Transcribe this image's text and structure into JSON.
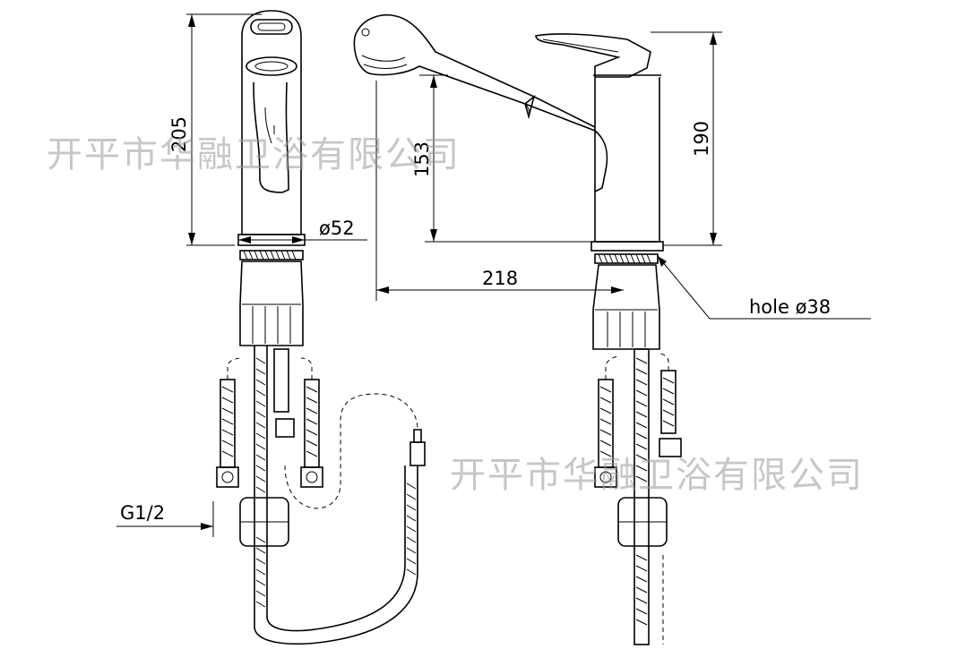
{
  "dimensions": {
    "height_front": "205",
    "base_diameter": "ø52",
    "spout_height": "153",
    "body_height": "190",
    "reach": "218",
    "hole": "hole ø38",
    "thread": "G1/2"
  },
  "watermarks": [
    "开平市华融卫浴有限公司",
    "开平市华融卫浴有限公司"
  ]
}
